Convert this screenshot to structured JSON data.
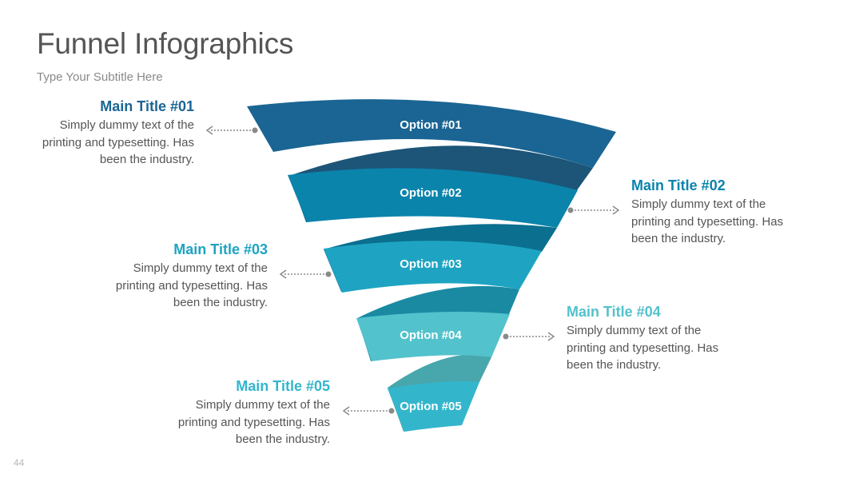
{
  "header": {
    "title": "Funnel Infographics",
    "subtitle": "Type Your Subtitle Here"
  },
  "page_number": "44",
  "funnel": {
    "layers": [
      {
        "option": "Option #01",
        "color": "#1a6594",
        "band_color": "#1c5578"
      },
      {
        "option": "Option #02",
        "color": "#0b84ac",
        "band_color": "#0b6f8f"
      },
      {
        "option": "Option #03",
        "color": "#1ea4c2",
        "band_color": "#1a8aa3"
      },
      {
        "option": "Option #04",
        "color": "#52c2cc",
        "band_color": "#48a6ad"
      },
      {
        "option": "Option #05",
        "color": "#33b6cc",
        "band_color": "#2d9db0"
      }
    ]
  },
  "blocks": [
    {
      "title": "Main Title #01",
      "body": "Simply dummy text of the printing and typesetting. Has been the industry.",
      "color": "#1a6594"
    },
    {
      "title": "Main Title #02",
      "body": "Simply dummy text of the printing and typesetting. Has been the industry.",
      "color": "#0b84ac"
    },
    {
      "title": "Main Title #03",
      "body": "Simply dummy text of the printing and typesetting. Has been the industry.",
      "color": "#1ea4c2"
    },
    {
      "title": "Main Title #04",
      "body": "Simply dummy text of the printing and typesetting. Has been the industry.",
      "color": "#52c2cc"
    },
    {
      "title": "Main Title #05",
      "body": "Simply dummy text of the printing and typesetting. Has been the industry.",
      "color": "#33b6cc"
    }
  ],
  "connector_color": "#8a8a8a"
}
